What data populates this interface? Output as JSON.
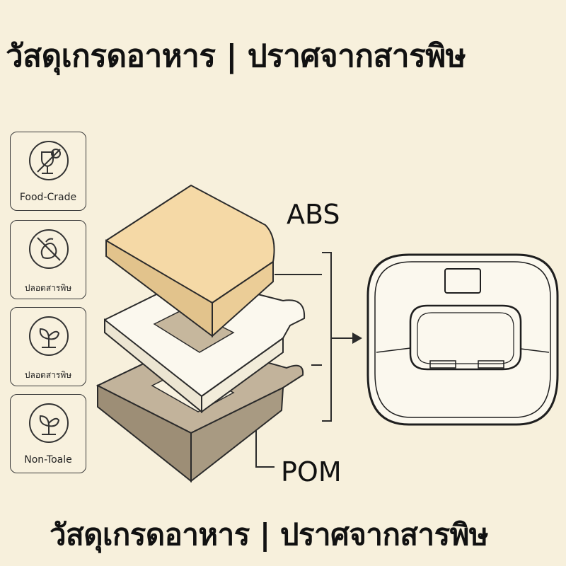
{
  "header": {
    "title": "วัสดุเกรดอาหาร | ปราศจากสารพิษ"
  },
  "badges": [
    {
      "label": "Food-Crade",
      "icon": "food-grade-icon"
    },
    {
      "label": "ปลอดสารพิษ",
      "icon": "no-toxic-icon"
    },
    {
      "label": "ปลอดสารพิษ",
      "icon": "leaf-icon"
    },
    {
      "label": "Non-Toale",
      "icon": "leaf-icon"
    }
  ],
  "layers": {
    "top_label": "ABS",
    "bottom_label": "POM",
    "colors": {
      "abs": "#f5d9a6",
      "middle": "#fbf8ee",
      "pom": "#c2b39b",
      "outline": "#2b2b2b"
    }
  },
  "footer": {
    "title": "วัสดุเกรดอาหาร | ปราศจากสารพิษ"
  }
}
